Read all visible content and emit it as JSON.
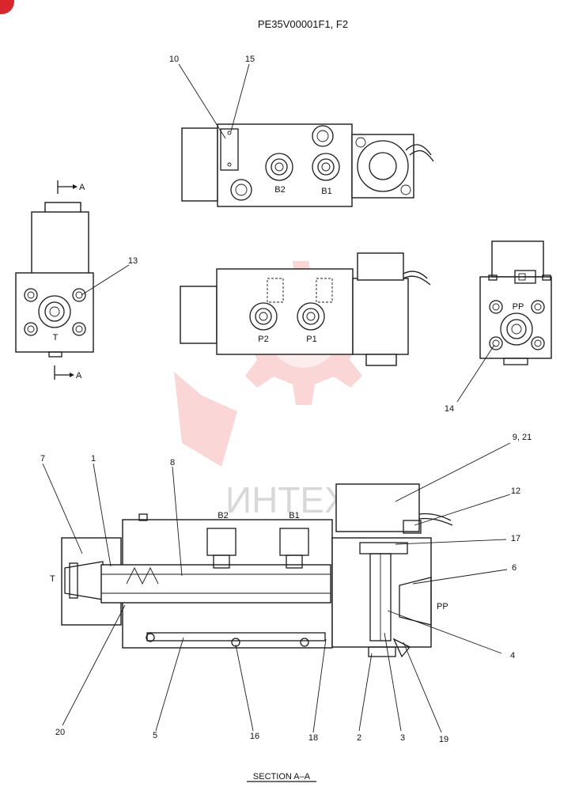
{
  "title": "PE35V00001F1, F2",
  "section_label": "SECTION  A–A",
  "watermark": "ИНТЕХ",
  "colors": {
    "line": "#1a1a1a",
    "watermark": "#f5b5b5",
    "corner_badge": "#d9262c"
  },
  "section_markers": [
    "A",
    "A"
  ],
  "port_labels": {
    "b2": "B2",
    "b1": "B1",
    "p2": "P2",
    "p1": "P1",
    "t": "T",
    "pp": "PP"
  },
  "callouts": {
    "c10": "10",
    "c15": "15",
    "c13": "13",
    "c14": "14",
    "c7": "7",
    "c1": "1",
    "c8": "8",
    "c9_21": "9, 21",
    "c12": "12",
    "c17": "17",
    "c6": "6",
    "c4": "4",
    "c20": "20",
    "c5": "5",
    "c16": "16",
    "c18": "18",
    "c2": "2",
    "c3": "3",
    "c19": "19"
  }
}
